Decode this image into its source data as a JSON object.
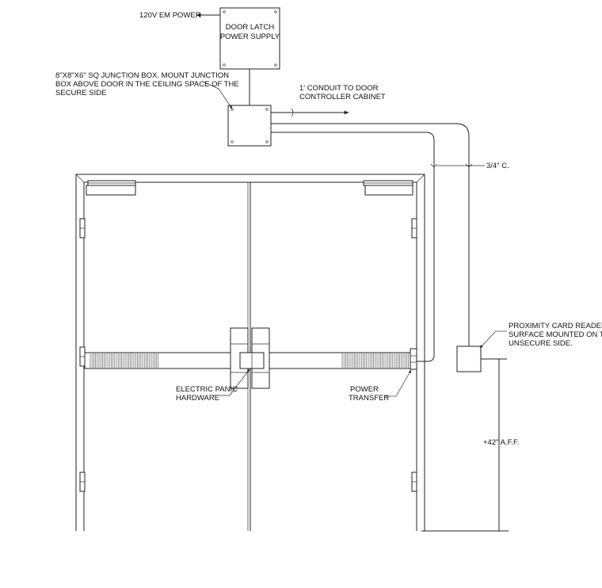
{
  "labels": {
    "em_power": "120V EM POWER",
    "power_supply_line1": "DOOR LATCH",
    "power_supply_line2": "POWER SUPPLY",
    "junction_line1": "8\"X8\"X6\" SQ JUNCTION BOX.  MOUNT JUNCTION",
    "junction_line2": "BOX ABOVE DOOR IN THE CEILING SPACE OF THE",
    "junction_line3": "SECURE SIDE",
    "conduit_line1": "1' CONDUIT TO DOOR",
    "conduit_line2": "CONTROLLER CABINET",
    "conduit_size": "3/4\" C.",
    "reader_line1": "PROXIMITY CARD READER,",
    "reader_line2": "SURFACE MOUNTED ON THE",
    "reader_line3": "UNSECURE SIDE.",
    "panic_line1": "ELECTRIC PANIC",
    "panic_line2": "HARDWARE",
    "transfer_line1": "POWER",
    "transfer_line2": "TRANSFER",
    "height": "+42\" A.F.F."
  }
}
